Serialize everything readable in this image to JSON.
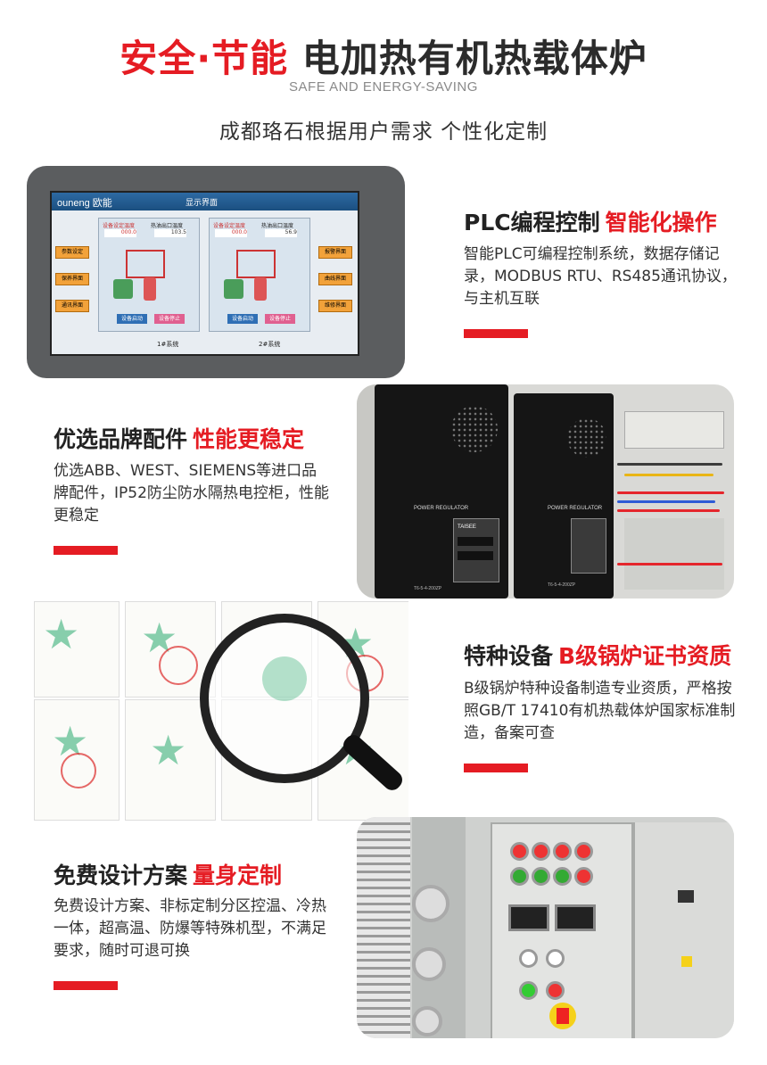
{
  "header": {
    "title_red": "安全·节能",
    "title_dark": "电加热有机热载体炉",
    "subtitle_en": "SAFE AND ENERGY-SAVING",
    "subtitle_cn": "成都珞石根据用户需求 个性化定制"
  },
  "features": [
    {
      "title": "PLC编程控制",
      "highlight": "智能化操作",
      "desc": "智能PLC可编程控制系统，数据存储记录，MODBUS RTU、RS485通讯协议，与主机互联"
    },
    {
      "title": "优选品牌配件",
      "highlight": "性能更稳定",
      "desc": "优选ABB、WEST、SIEMENS等进口品牌配件，IP52防尘防水隔热电控柜，性能更稳定"
    },
    {
      "title": "特种设备",
      "highlight": "B级锅炉证书资质",
      "desc": "B级锅炉特种设备制造专业资质，严格按照GB/T 17410有机热载体炉国家标准制造，备案可查"
    },
    {
      "title": "免费设计方案",
      "highlight": "量身定制",
      "desc": "免费设计方案、非标定制分区控温、冷热一体，超高温、防爆等特殊机型，不满足要求，随时可退可换"
    }
  ],
  "hmi": {
    "logo": "ouneng 欧能",
    "screen_title": "显示界面",
    "left_buttons": [
      "参数设定",
      "保养界面",
      "通讯界面"
    ],
    "right_buttons": [
      "报警界面",
      "曲线界面",
      "维修界面"
    ],
    "sys1": "1#系统",
    "sys2": "2#系统",
    "set_label": "设备设定温度",
    "out_label": "热油出口温度",
    "sys1_set": "000.0",
    "sys1_out": "103.5",
    "sys2_set": "000.0",
    "sys2_out": "56.9",
    "start": "设备启动",
    "stop": "设备停止"
  },
  "regulator": {
    "label": "POWER REGULATOR",
    "brand": "TAISEE",
    "model_left": "T6-5-4-200ZP",
    "model_right": "T6-5-4-200ZP"
  },
  "colors": {
    "accent": "#e51c23",
    "dark": "#2b2b2b"
  }
}
